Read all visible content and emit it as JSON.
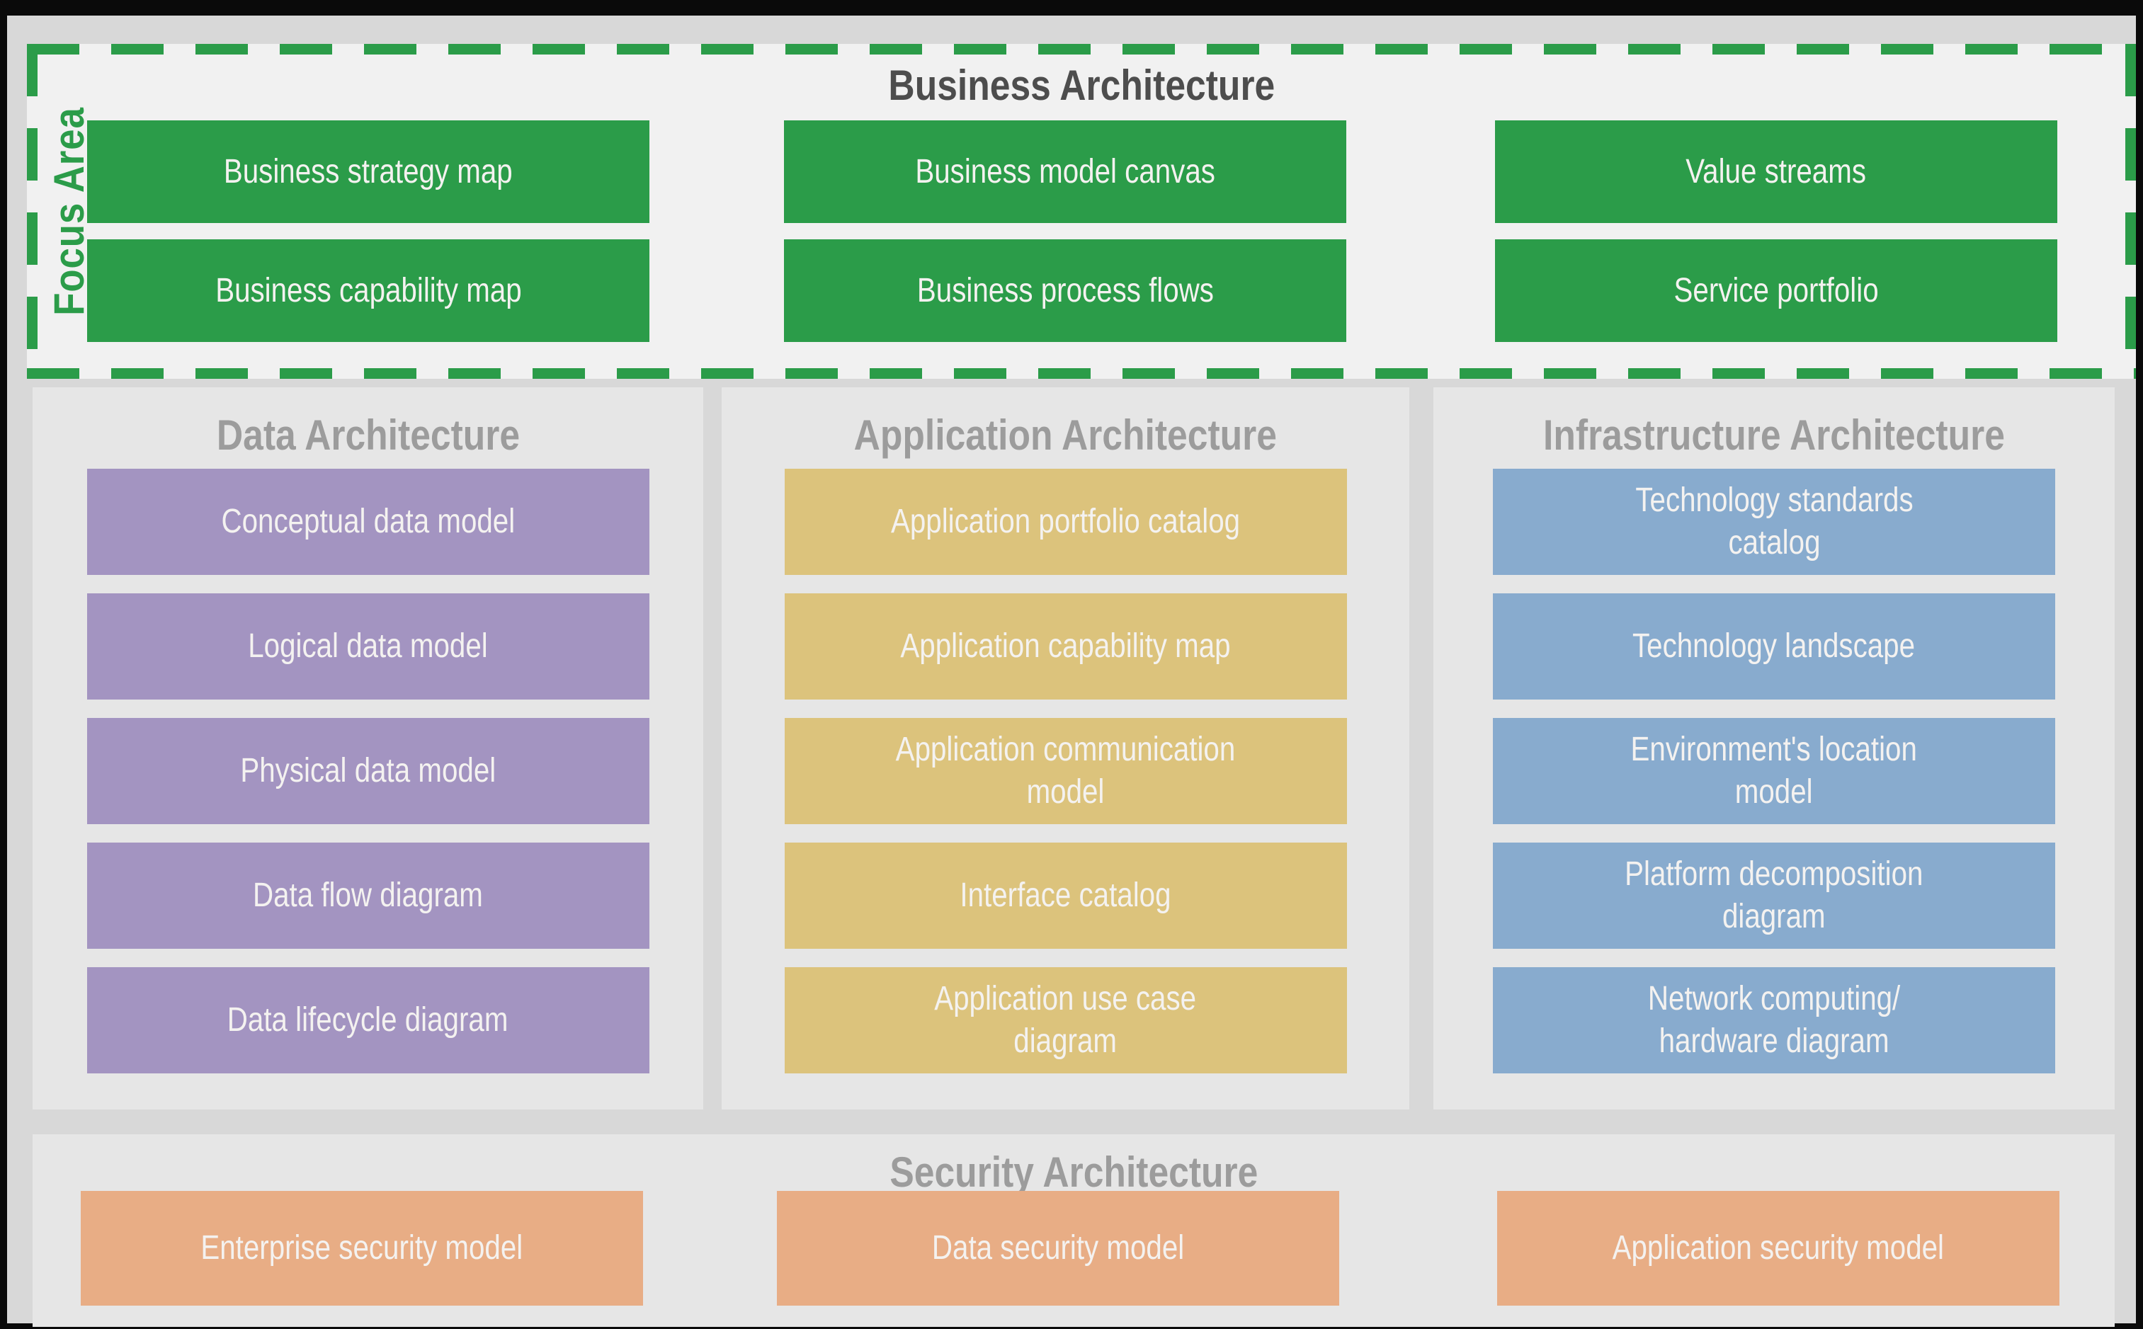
{
  "focus_area": {
    "label": "Focus Area",
    "title": "Business Architecture",
    "accent": "#2b9c49",
    "boxes": [
      [
        "Business strategy map",
        "Business model canvas",
        "Value streams"
      ],
      [
        "Business capability map",
        "Business process flows",
        "Service portfolio"
      ]
    ]
  },
  "columns": [
    {
      "title": "Data Architecture",
      "color": "#a394c1",
      "boxes": [
        "Conceptual data model",
        "Logical data model",
        "Physical data model",
        "Data flow diagram",
        "Data lifecycle diagram"
      ]
    },
    {
      "title": "Application Architecture",
      "color": "#dcc37c",
      "boxes": [
        "Application portfolio catalog",
        "Application capability map",
        "Application communication\nmodel",
        "Interface catalog",
        "Application use case\ndiagram"
      ]
    },
    {
      "title": "Infrastructure Architecture",
      "color": "#88abce",
      "boxes": [
        "Technology standards\ncatalog",
        "Technology landscape",
        "Environment's location\nmodel",
        "Platform decomposition\ndiagram",
        "Network computing/\nhardware diagram"
      ]
    }
  ],
  "security": {
    "title": "Security Architecture",
    "color": "#e8ad85",
    "boxes": [
      "Enterprise security model",
      "Data security model",
      "Application security model"
    ]
  }
}
